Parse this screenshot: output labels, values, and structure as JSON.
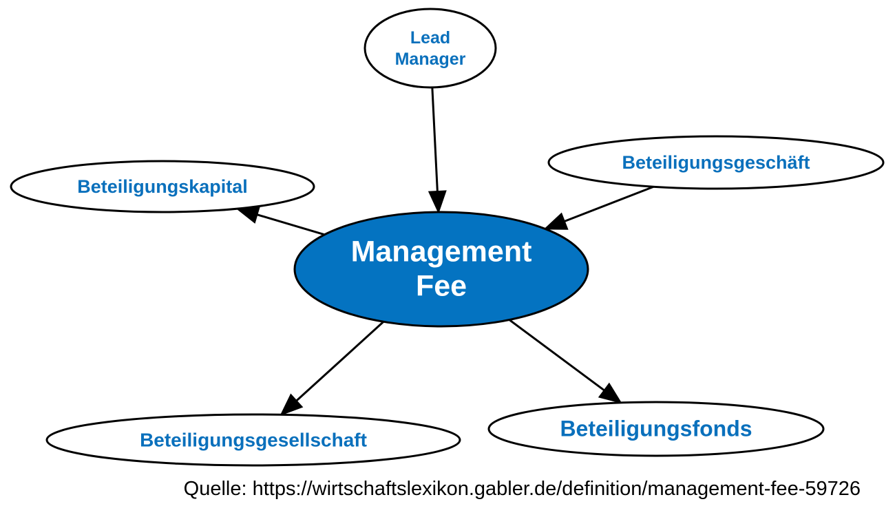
{
  "diagram": {
    "center": {
      "lines": [
        "Management",
        "Fee"
      ],
      "fill": "#0473c1",
      "text_color": "#ffffff"
    },
    "nodes": {
      "lead_manager": {
        "lines": [
          "Lead",
          "Manager"
        ]
      },
      "beteiligungskapital": {
        "lines": [
          "Beteiligungskapital"
        ]
      },
      "beteiligungsgeschaeft": {
        "lines": [
          "Beteiligungsgeschäft"
        ]
      },
      "beteiligungsgesellschaft": {
        "lines": [
          "Beteiligungsgesellschaft"
        ]
      },
      "beteiligungsfonds": {
        "lines": [
          "Beteiligungsfonds"
        ]
      }
    },
    "edges": [
      {
        "from": "lead_manager",
        "to": "center"
      },
      {
        "from": "center",
        "to": "beteiligungskapital"
      },
      {
        "from": "beteiligungsgeschaeft",
        "to": "center"
      },
      {
        "from": "center",
        "to": "beteiligungsgesellschaft"
      },
      {
        "from": "center",
        "to": "beteiligungsfonds"
      }
    ],
    "label_color": "#0a70bc",
    "edge_color": "#000000"
  },
  "footer": {
    "source": "Quelle: https://wirtschaftslexikon.gabler.de/definition/management-fee-59726"
  }
}
